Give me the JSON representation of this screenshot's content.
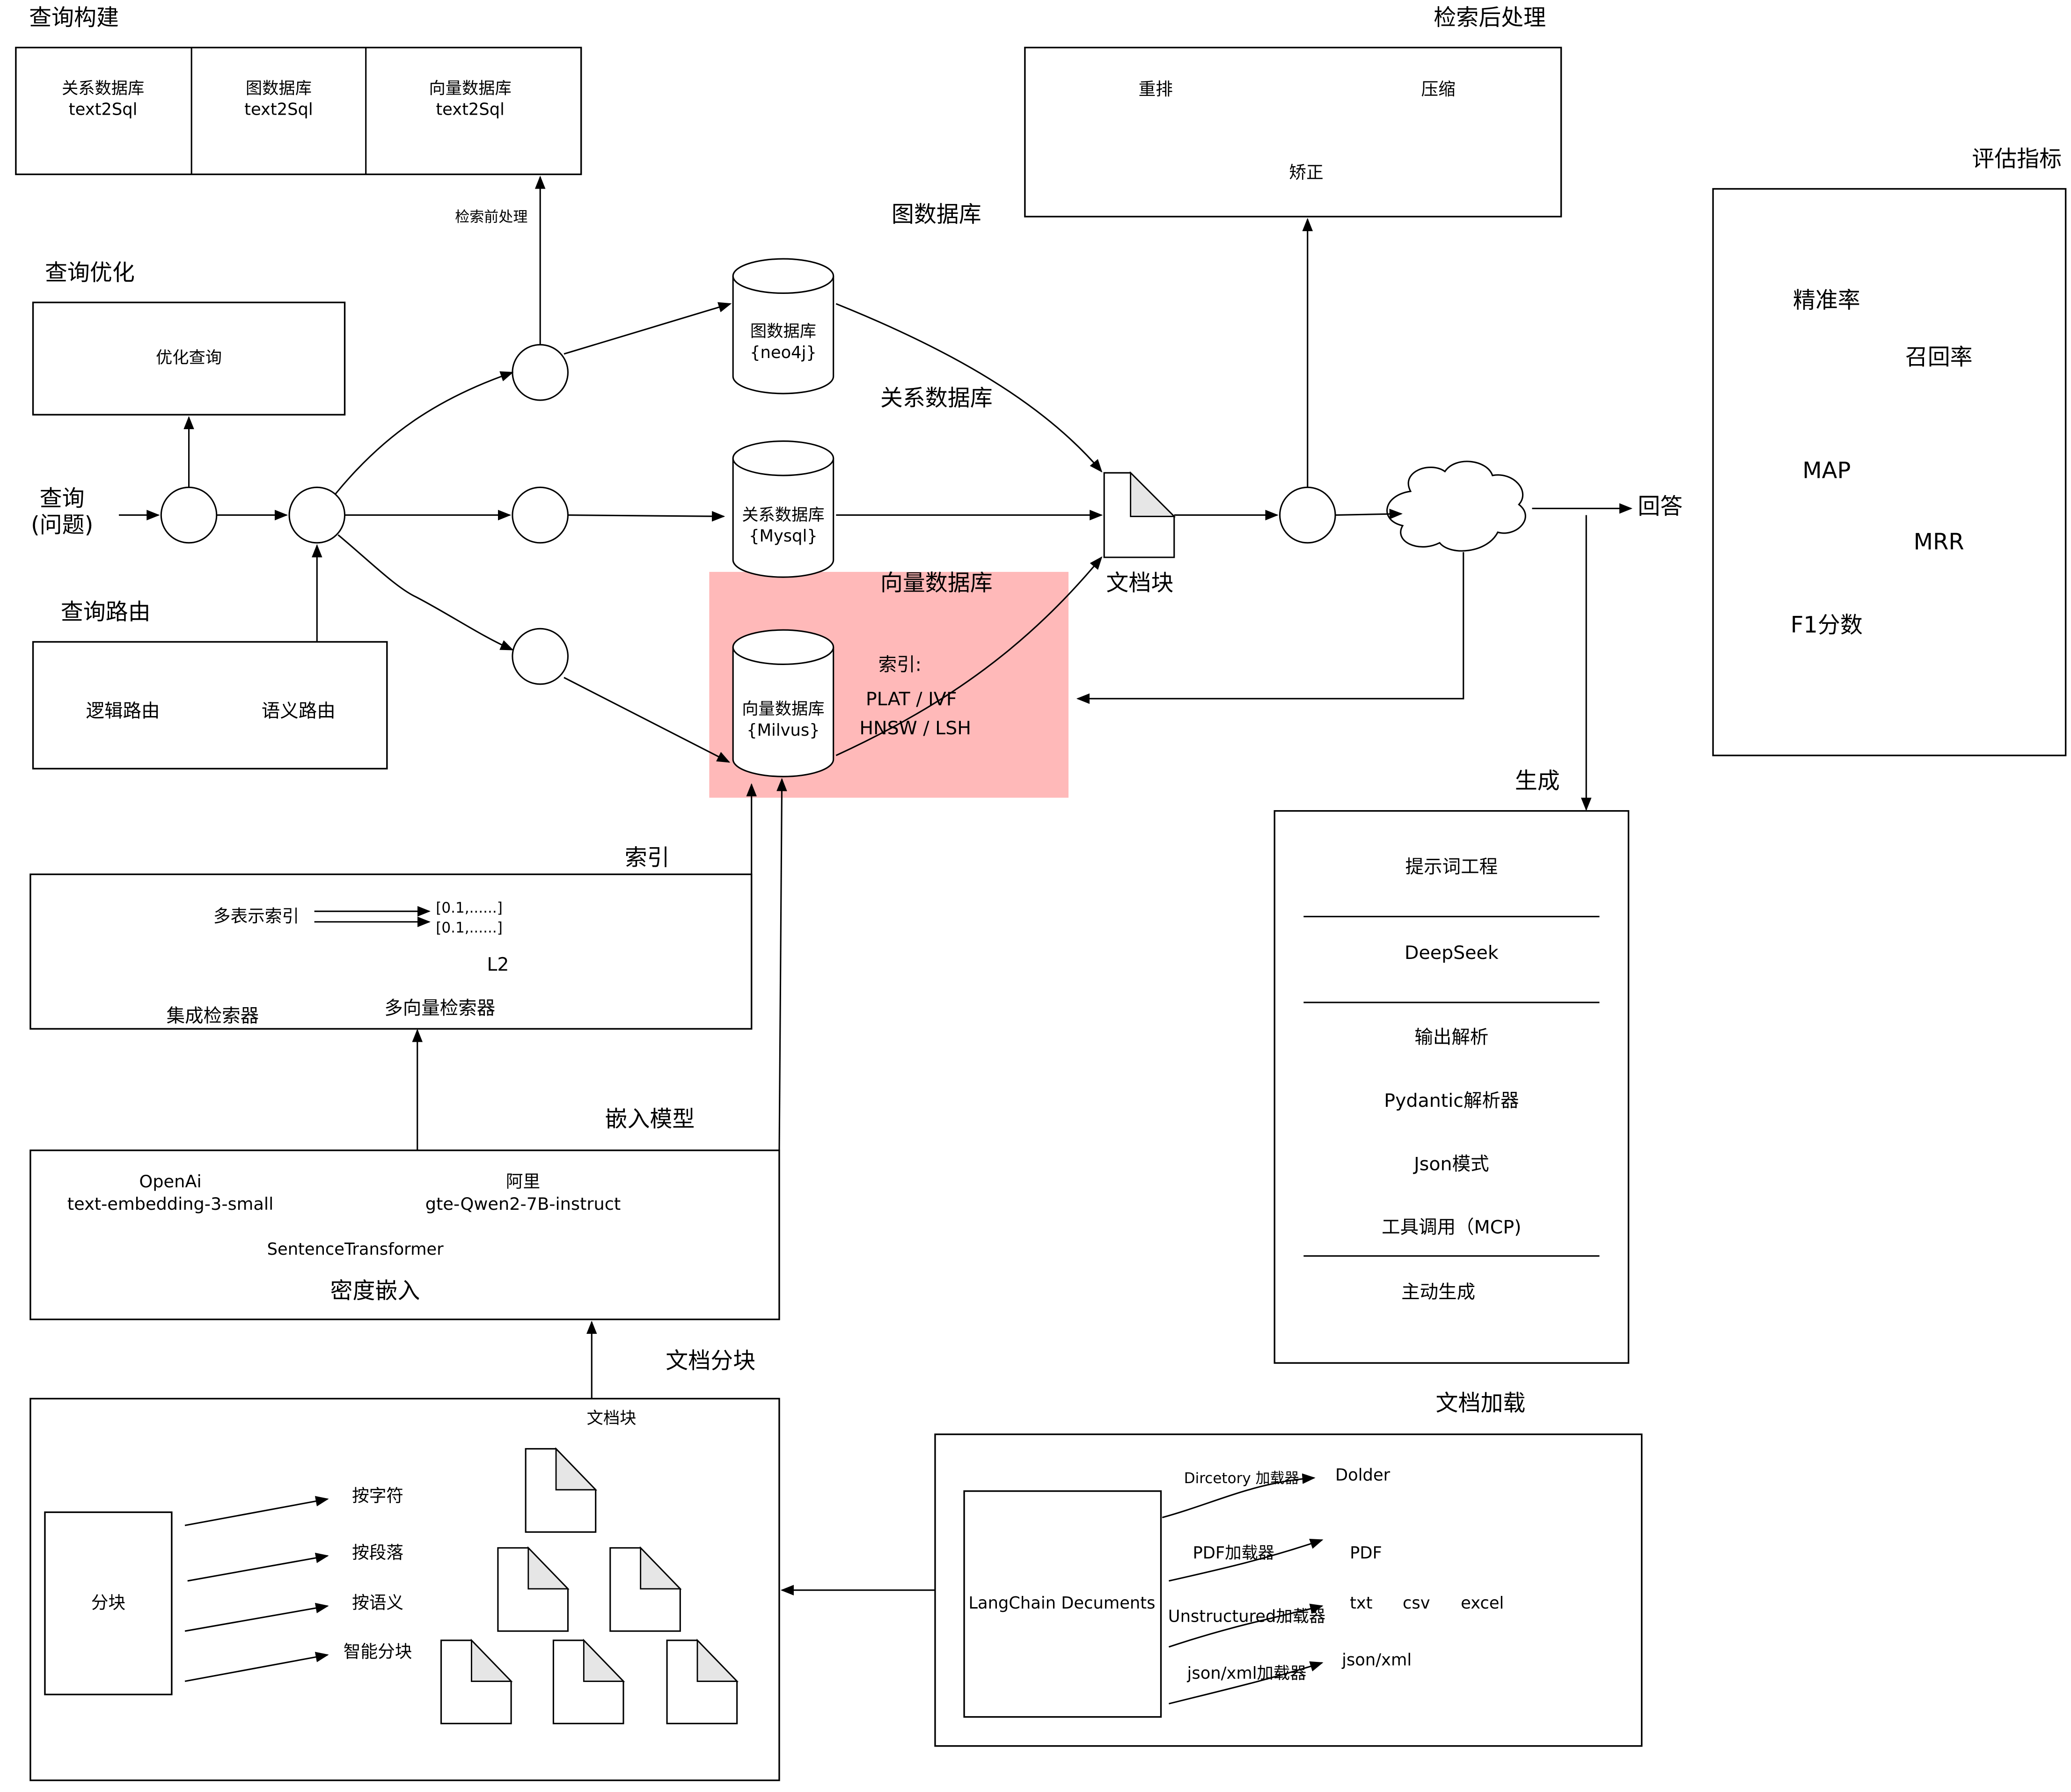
{
  "query_build": {
    "title": "查询构建",
    "cell1_line1": "关系数据库",
    "cell1_line2": "text2Sql",
    "cell2_line1": "图数据库",
    "cell2_line2": "text2Sql",
    "cell3_line1": "向量数据库",
    "cell3_line2": "text2Sql"
  },
  "pre_retrieval": "检索前处理",
  "query_opt": {
    "title": "查询优化",
    "box": "优化查询"
  },
  "query": {
    "line1": "查询",
    "line2": "(问题)"
  },
  "routing": {
    "title": "查询路由",
    "logical": "逻辑路由",
    "semantic": "语义路由"
  },
  "graph_db": {
    "title": "图数据库",
    "line1": "图数据库",
    "line2": "{neo4j}"
  },
  "rel_db": {
    "title": "关系数据库",
    "line1": "关系数据库",
    "line2": "{Mysql}"
  },
  "vec_db": {
    "title": "向量数据库",
    "line1": "向量数据库",
    "line2": "{Milvus}",
    "index_label": "索引:",
    "index_line1": "PLAT / IVF",
    "index_line2": "HNSW / LSH",
    "highlight_color": "#ffb9b9"
  },
  "doc_chunk_node": "文档块",
  "answer": "回答",
  "post_retrieval": {
    "title": "检索后处理",
    "rerank": "重排",
    "compress": "压缩",
    "correct": "矫正"
  },
  "eval": {
    "title": "评估指标",
    "precision": "精准率",
    "recall": "召回率",
    "map": "MAP",
    "mrr": "MRR",
    "f1": "F1分数"
  },
  "generation": {
    "title": "生成",
    "items": [
      "提示词工程",
      "DeepSeek",
      "输出解析",
      "Pydantic解析器",
      "Json模式",
      "工具调用（MCP)",
      "主动生成"
    ]
  },
  "index": {
    "title": "索引",
    "multi_rep": "多表示索引",
    "vec1": "[0.1,......]",
    "vec2": "[0.1,......]",
    "l2": "L2",
    "ensemble": "集成检索器",
    "multi_vec": "多向量检索器"
  },
  "embedding": {
    "title": "嵌入模型",
    "openai_name": "OpenAi",
    "openai_model": "text-embedding-3-small",
    "ali_name": "阿里",
    "ali_model": "gte-Qwen2-7B-instruct",
    "st": "SentenceTransformer",
    "dense": "密度嵌入"
  },
  "chunking": {
    "title": "文档分块",
    "box": "分块",
    "docs_label": "文档块",
    "methods": [
      "按字符",
      "按段落",
      "按语义",
      "智能分块"
    ]
  },
  "loading": {
    "title": "文档加载",
    "core": "LangChain Decuments",
    "loaders": [
      "Dircetory 加载器",
      "PDF加载器",
      "Unstructured加载器",
      "json/xml加载器"
    ],
    "outputs": {
      "dolder": "Dolder",
      "pdf": "PDF",
      "txt": "txt",
      "csv": "csv",
      "excel": "excel",
      "jsonxml": "json/xml"
    }
  }
}
